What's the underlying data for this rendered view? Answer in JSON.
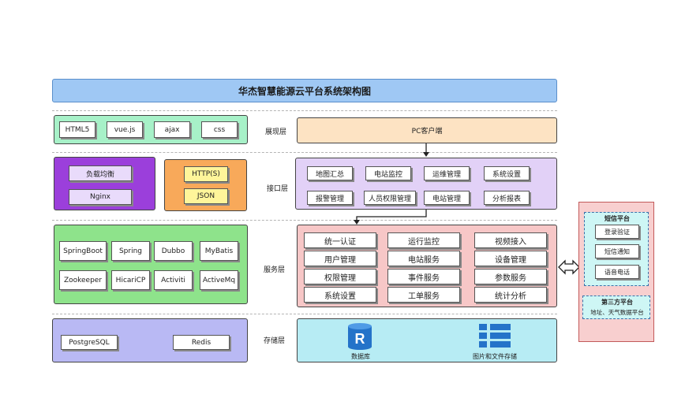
{
  "title": "华杰智慧能源云平台系统架构图",
  "layers": {
    "presentation": "展现层",
    "interface": "接口层",
    "service": "服务层",
    "storage": "存储层"
  },
  "presentation": {
    "items": [
      "HTML5",
      "vue.js",
      "ajax",
      "css"
    ],
    "client": "PC客户端"
  },
  "interface": {
    "load_balance": [
      "负载均衡",
      "Nginx"
    ],
    "protocols": [
      "HTTP(S)",
      "JSON"
    ],
    "modules": [
      "地图汇总",
      "电站监控",
      "运维管理",
      "系统设置",
      "报警管理",
      "人员权限管理",
      "电站管理",
      "分析报表"
    ]
  },
  "service": {
    "frameworks": [
      "SpringBoot",
      "Spring",
      "Dubbo",
      "MyBatis",
      "Zookeeper",
      "HicariCP",
      "Activiti",
      "ActiveMq"
    ],
    "modules": [
      "统一认证",
      "运行监控",
      "视频接入",
      "用户管理",
      "电站服务",
      "设备管理",
      "权限管理",
      "事件服务",
      "参数服务",
      "系统设置",
      "工单服务",
      "统计分析"
    ]
  },
  "storage": {
    "items": [
      "PostgreSQL",
      "Redis"
    ],
    "database_label": "数据库",
    "file_label": "图片和文件存储"
  },
  "external": {
    "sms_title": "短信平台",
    "sms_items": [
      "登录验证",
      "短信通知",
      "语音电话"
    ],
    "third_title": "第三方平台",
    "third_desc": "地址、天气数据平台"
  },
  "colors": {
    "title_bg": "#9fc8f4",
    "presentation_bg": "#a7f1c8",
    "client_bg": "#fde3c3",
    "purple_bg": "#9b3fdb",
    "orange_bg": "#f8a95a",
    "interface_modules_bg": "#e2d1f7",
    "service_left_bg": "#8ee38b",
    "service_right_bg": "#f7c7c7",
    "storage_left_bg": "#b9b9f4",
    "storage_right_bg": "#b7ecf4",
    "external_bg": "#f8cfcf",
    "external_inner_bg": "#cef6f5"
  }
}
